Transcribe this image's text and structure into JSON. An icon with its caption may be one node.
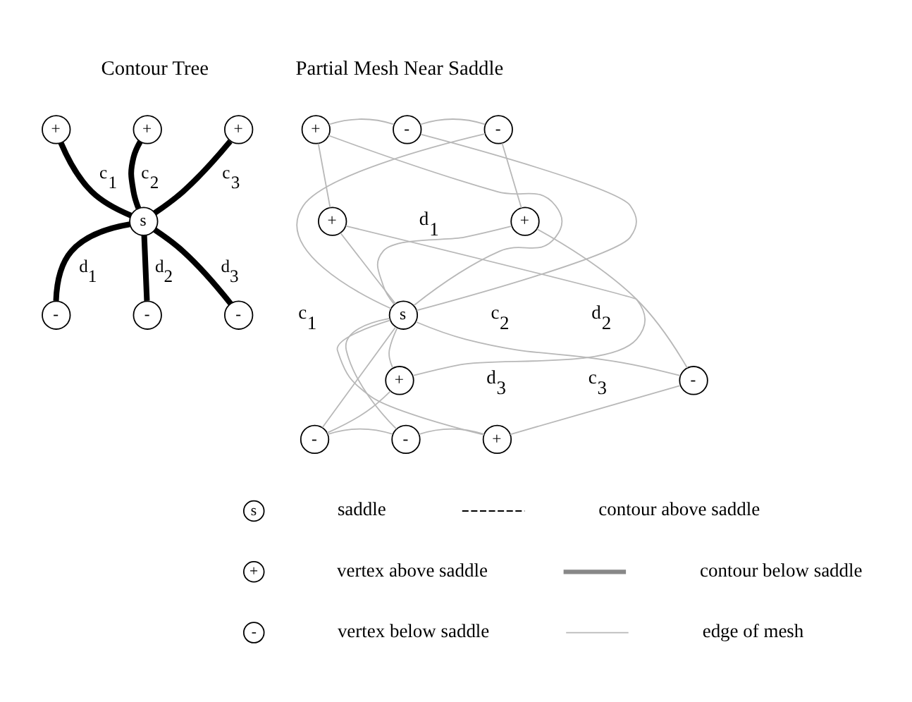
{
  "diagram": {
    "nodes": [
      {
        "text": [
          "+"
        ]
      },
      {
        "text": [
          "-"
        ]
      },
      {
        "text": [
          "-"
        ]
      },
      {
        "text": [
          "+"
        ]
      },
      {
        "text": [
          "-"
        ]
      },
      {
        "text": [
          "+"
        ]
      },
      {
        "text": [
          "-"
        ]
      },
      {
        "text": [
          "-"
        ]
      },
      {
        "text": [
          "+"
        ]
      },
      {
        "text": [
          "+"
        ]
      },
      {
        "text": [
          "s"
        ]
      },
      {
        "text": [
          "+"
        ]
      },
      {
        "text": [
          "+"
        ]
      },
      {
        "text": [
          "+"
        ]
      },
      {
        "text": [
          "s"
        ]
      },
      {
        "text": [
          "-"
        ]
      },
      {
        "text": [
          "-"
        ]
      },
      {
        "text": [
          "-"
        ]
      }
    ],
    "edges": [
      {
        "from": 0,
        "to": 1,
        "arrow": "none"
      },
      {
        "from": 1,
        "to": 2,
        "arrow": "none"
      },
      {
        "from": 2,
        "to": 3,
        "arrow": "none"
      },
      {
        "from": 3,
        "to": 4,
        "arrow": "none"
      },
      {
        "from": 4,
        "to": 5,
        "arrow": "none"
      },
      {
        "from": 5,
        "to": 6,
        "arrow": "none"
      },
      {
        "from": 6,
        "to": 7,
        "arrow": "none"
      },
      {
        "from": 7,
        "to": 8,
        "arrow": "none"
      },
      {
        "from": 8,
        "to": 9,
        "arrow": "none"
      },
      {
        "from": 9,
        "to": 0,
        "arrow": "none"
      },
      {
        "from": 10,
        "to": 0,
        "arrow": "none"
      },
      {
        "from": 10,
        "to": 1,
        "arrow": "none"
      },
      {
        "from": 10,
        "to": 2,
        "arrow": "none"
      },
      {
        "from": 10,
        "to": 3,
        "arrow": "none"
      },
      {
        "from": 10,
        "to": 4,
        "arrow": "none"
      },
      {
        "from": 10,
        "to": 5,
        "arrow": "none"
      },
      {
        "from": 10,
        "to": 6,
        "arrow": "none"
      },
      {
        "from": 10,
        "to": 7,
        "arrow": "none"
      },
      {
        "from": 10,
        "to": 8,
        "arrow": "none"
      },
      {
        "from": 10,
        "to": 9,
        "arrow": "none"
      },
      {
        "from": 11,
        "to": 14,
        "arrow": "none",
        "label": "c$_{1}$",
        "style": "thick",
        "color": "#000000"
      },
      {
        "from": 12,
        "to": 14,
        "arrow": "none",
        "label": "c$_{2}$",
        "style": "thick",
        "color": "#000000"
      },
      {
        "from": 13,
        "to": 14,
        "arrow": "none",
        "label": "c$_{3}$",
        "style": "thick",
        "color": "#000000"
      },
      {
        "from": 14,
        "to": 15,
        "arrow": "none",
        "label": "d$_{1}$",
        "style": "thick",
        "color": "#000000"
      },
      {
        "from": 14,
        "to": 16,
        "arrow": "none",
        "label": "d$_{2}$",
        "style": "thick",
        "color": "#000000"
      },
      {
        "from": 14,
        "to": 17,
        "arrow": "none",
        "label": "d$_{3}$",
        "style": "thick",
        "color": "#000000"
      }
    ],
    "labels": [
      "Partial Mesh Near Saddle",
      "Contour Tree",
      "d$_{1}$",
      "c$_{2}$",
      "c$_{1}$",
      "d$_{2}$",
      "d$_{3}$",
      "c$_{3}$",
      "s",
      "+",
      "-"
    ],
    "legend": [
      {
        "text": "saddle"
      },
      {
        "text": "vertex above saddle"
      },
      {
        "text": "vertex below saddle"
      },
      {
        "text": "contour above saddle"
      },
      {
        "text": "contour below saddle"
      },
      {
        "text": "edge of mesh"
      }
    ]
  }
}
